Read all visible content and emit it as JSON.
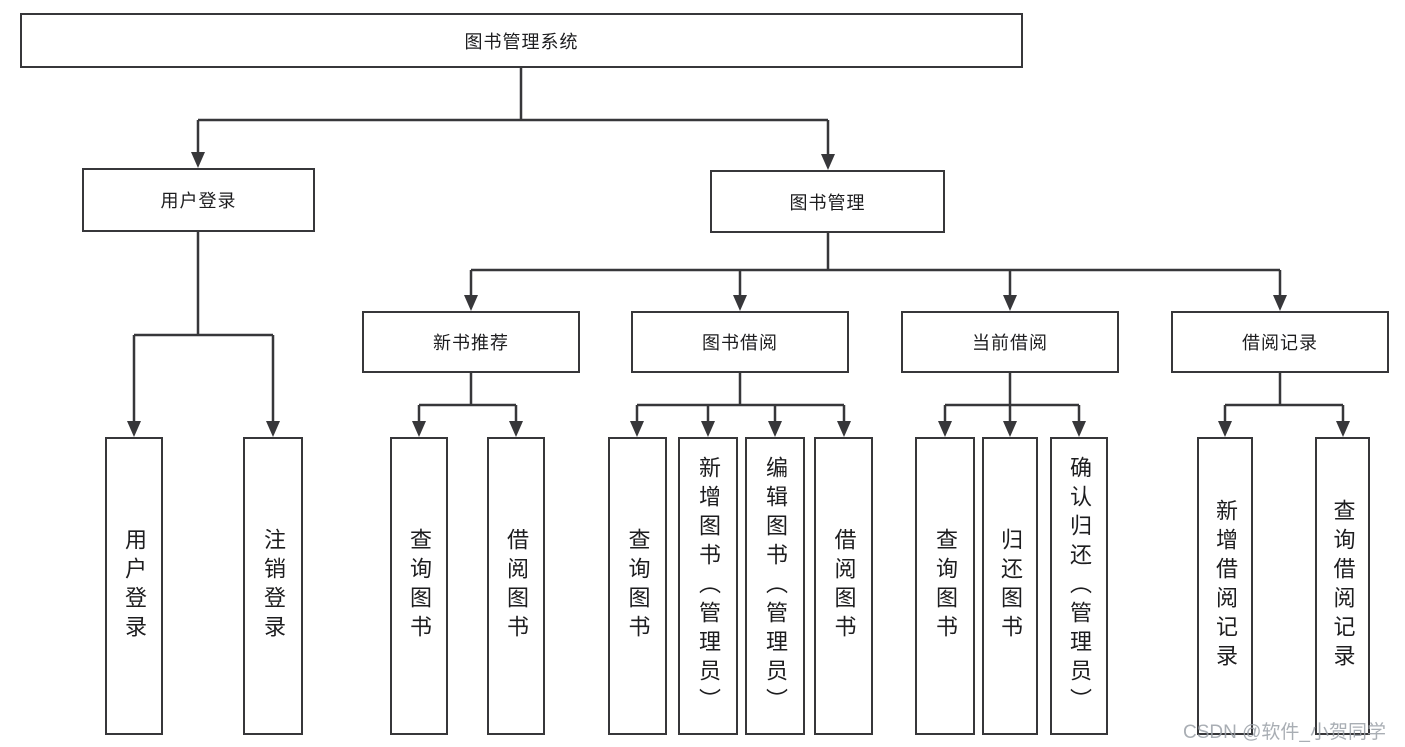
{
  "diagram": {
    "root": "图书管理系统",
    "level2": [
      "用户登录",
      "图书管理"
    ],
    "login_children": [
      "用户登录",
      "注销登录"
    ],
    "level3": [
      "新书推荐",
      "图书借阅",
      "当前借阅",
      "借阅记录"
    ],
    "new_book_children": [
      "查询图书",
      "借阅图书"
    ],
    "borrow_children": [
      "查询图书",
      "新增图书（管理员）",
      "编辑图书（管理员）",
      "借阅图书"
    ],
    "current_children": [
      "查询图书",
      "归还图书",
      "确认归还（管理员）"
    ],
    "record_children": [
      "新增借阅记录",
      "查询借阅记录"
    ]
  },
  "colors": {
    "line": "#37373a",
    "text": "#1d1d1f",
    "background": "#ffffff",
    "watermark": "#9ba1a8"
  },
  "watermark": "CSDN @软件_小贺同学"
}
